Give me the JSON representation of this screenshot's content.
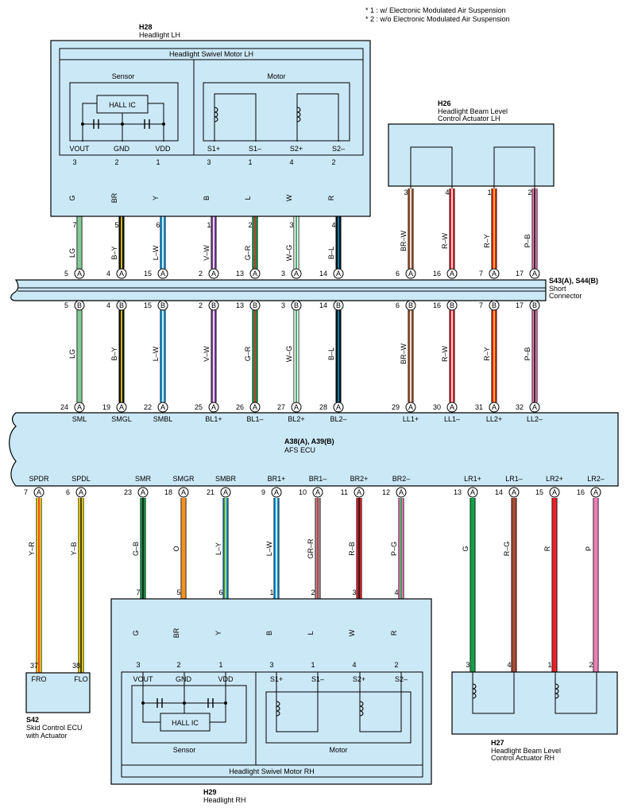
{
  "notes": [
    "* 1 : w/ Electronic Modulated Air Suspension",
    "* 2 : w/o Electronic Modulated Air Suspension"
  ],
  "h28": {
    "code": "H28",
    "name": "Headlight LH",
    "inner_title": "Headlight Swivel Motor LH",
    "sensor": "Sensor",
    "motor": "Motor",
    "hall": "HALL IC",
    "terms": [
      "VOUT",
      "GND",
      "VDD",
      "S1+",
      "S1–",
      "S2+",
      "S2–"
    ],
    "pins": [
      "3",
      "2",
      "1",
      "3",
      "1",
      "4",
      "2"
    ],
    "colors": [
      "G",
      "BR",
      "Y",
      "B",
      "L",
      "W",
      "R"
    ]
  },
  "h26": {
    "code": "H26",
    "name1": "Headlight Beam Level",
    "name2": "Control Actuator LH",
    "pins": [
      "3",
      "4",
      "1",
      "2"
    ],
    "colors": [
      "BR–W",
      "R–W",
      "R–Y",
      "P–B"
    ]
  },
  "upper_wires": {
    "pins": [
      "7",
      "5",
      "6",
      "1",
      "2",
      "3",
      "4"
    ],
    "colors": [
      "LG",
      "B–Y",
      "L–W",
      "V–W",
      "G–R",
      "W–G",
      "B–L"
    ]
  },
  "short_connector": {
    "code": "S43(A), S44(B)",
    "name1": "Short",
    "name2": "Connector",
    "top_pins": [
      "5",
      "4",
      "15",
      "2",
      "13",
      "3",
      "14",
      "6",
      "16",
      "7",
      "17"
    ],
    "bottom_pins": [
      "5",
      "4",
      "15",
      "2",
      "13",
      "3",
      "14",
      "6",
      "16",
      "7",
      "17"
    ],
    "top_letter": "A",
    "bottom_letter": "B"
  },
  "mid_wires": {
    "colors": [
      "LG",
      "B–Y",
      "L–W",
      "V–W",
      "G–R",
      "W–G",
      "B–L",
      "BR–W",
      "R–W",
      "R–Y",
      "P–B"
    ]
  },
  "ecu": {
    "code": "A38(A), A39(B)",
    "name": "AFS ECU",
    "top_pins": [
      "24",
      "19",
      "22",
      "25",
      "26",
      "27",
      "28",
      "29",
      "30",
      "31",
      "32"
    ],
    "top_terms": [
      "SML",
      "SMGL",
      "SMBL",
      "BL1+",
      "BL1–",
      "BL2+",
      "BL2–",
      "LL1+",
      "LL1–",
      "LL2+",
      "LL2–"
    ],
    "bottom_terms": [
      "SPDR",
      "SPDL",
      "SMR",
      "SMGR",
      "SMBR",
      "BR1+",
      "BR1–",
      "BR2+",
      "BR2–",
      "LR1+",
      "LR1–",
      "LR2+",
      "LR2–"
    ],
    "bottom_pins": [
      "7",
      "6",
      "23",
      "18",
      "21",
      "9",
      "10",
      "11",
      "12",
      "13",
      "14",
      "15",
      "16"
    ],
    "letter": "A"
  },
  "lower_wires": {
    "colors": [
      "Y–R",
      "Y–B",
      "G–B",
      "O",
      "L–Y",
      "L–W",
      "GR–R",
      "R–B",
      "P–G",
      "G",
      "R–G",
      "R",
      "P"
    ]
  },
  "s42": {
    "code": "S42",
    "name1": "Skid Control ECU",
    "name2": "with Actuator",
    "terms": [
      "FRO",
      "FLO"
    ],
    "pins": [
      "37",
      "38"
    ]
  },
  "h29": {
    "code": "H29",
    "name": "Headlight RH",
    "inner_title": "Headlight Swivel Motor RH",
    "sensor": "Sensor",
    "motor": "Motor",
    "hall": "HALL IC",
    "top_pins": [
      "7",
      "5",
      "6",
      "1",
      "2",
      "3",
      "4"
    ],
    "colors": [
      "G",
      "BR",
      "Y",
      "B",
      "L",
      "W",
      "R"
    ],
    "pins": [
      "3",
      "2",
      "1",
      "3",
      "1",
      "4",
      "2"
    ],
    "terms": [
      "VOUT",
      "GND",
      "VDD",
      "S1+",
      "S1–",
      "S2+",
      "S2–"
    ]
  },
  "h27": {
    "code": "H27",
    "name1": "Headlight Beam Level",
    "name2": "Control Actuator RH",
    "pins": [
      "3",
      "4",
      "1",
      "2"
    ]
  },
  "palette": {
    "box_fill": "#cbe8f7",
    "G": "#10a14a",
    "BR": "#a0522d",
    "Y": "#ffe100",
    "B": "#111111",
    "L": "#0099dd",
    "W": "#ffffff",
    "R": "#e8202a",
    "LG": "#86c99a",
    "V": "#7a3c9a",
    "P": "#ec7fb5",
    "O": "#f39221",
    "GR": "#999999"
  }
}
